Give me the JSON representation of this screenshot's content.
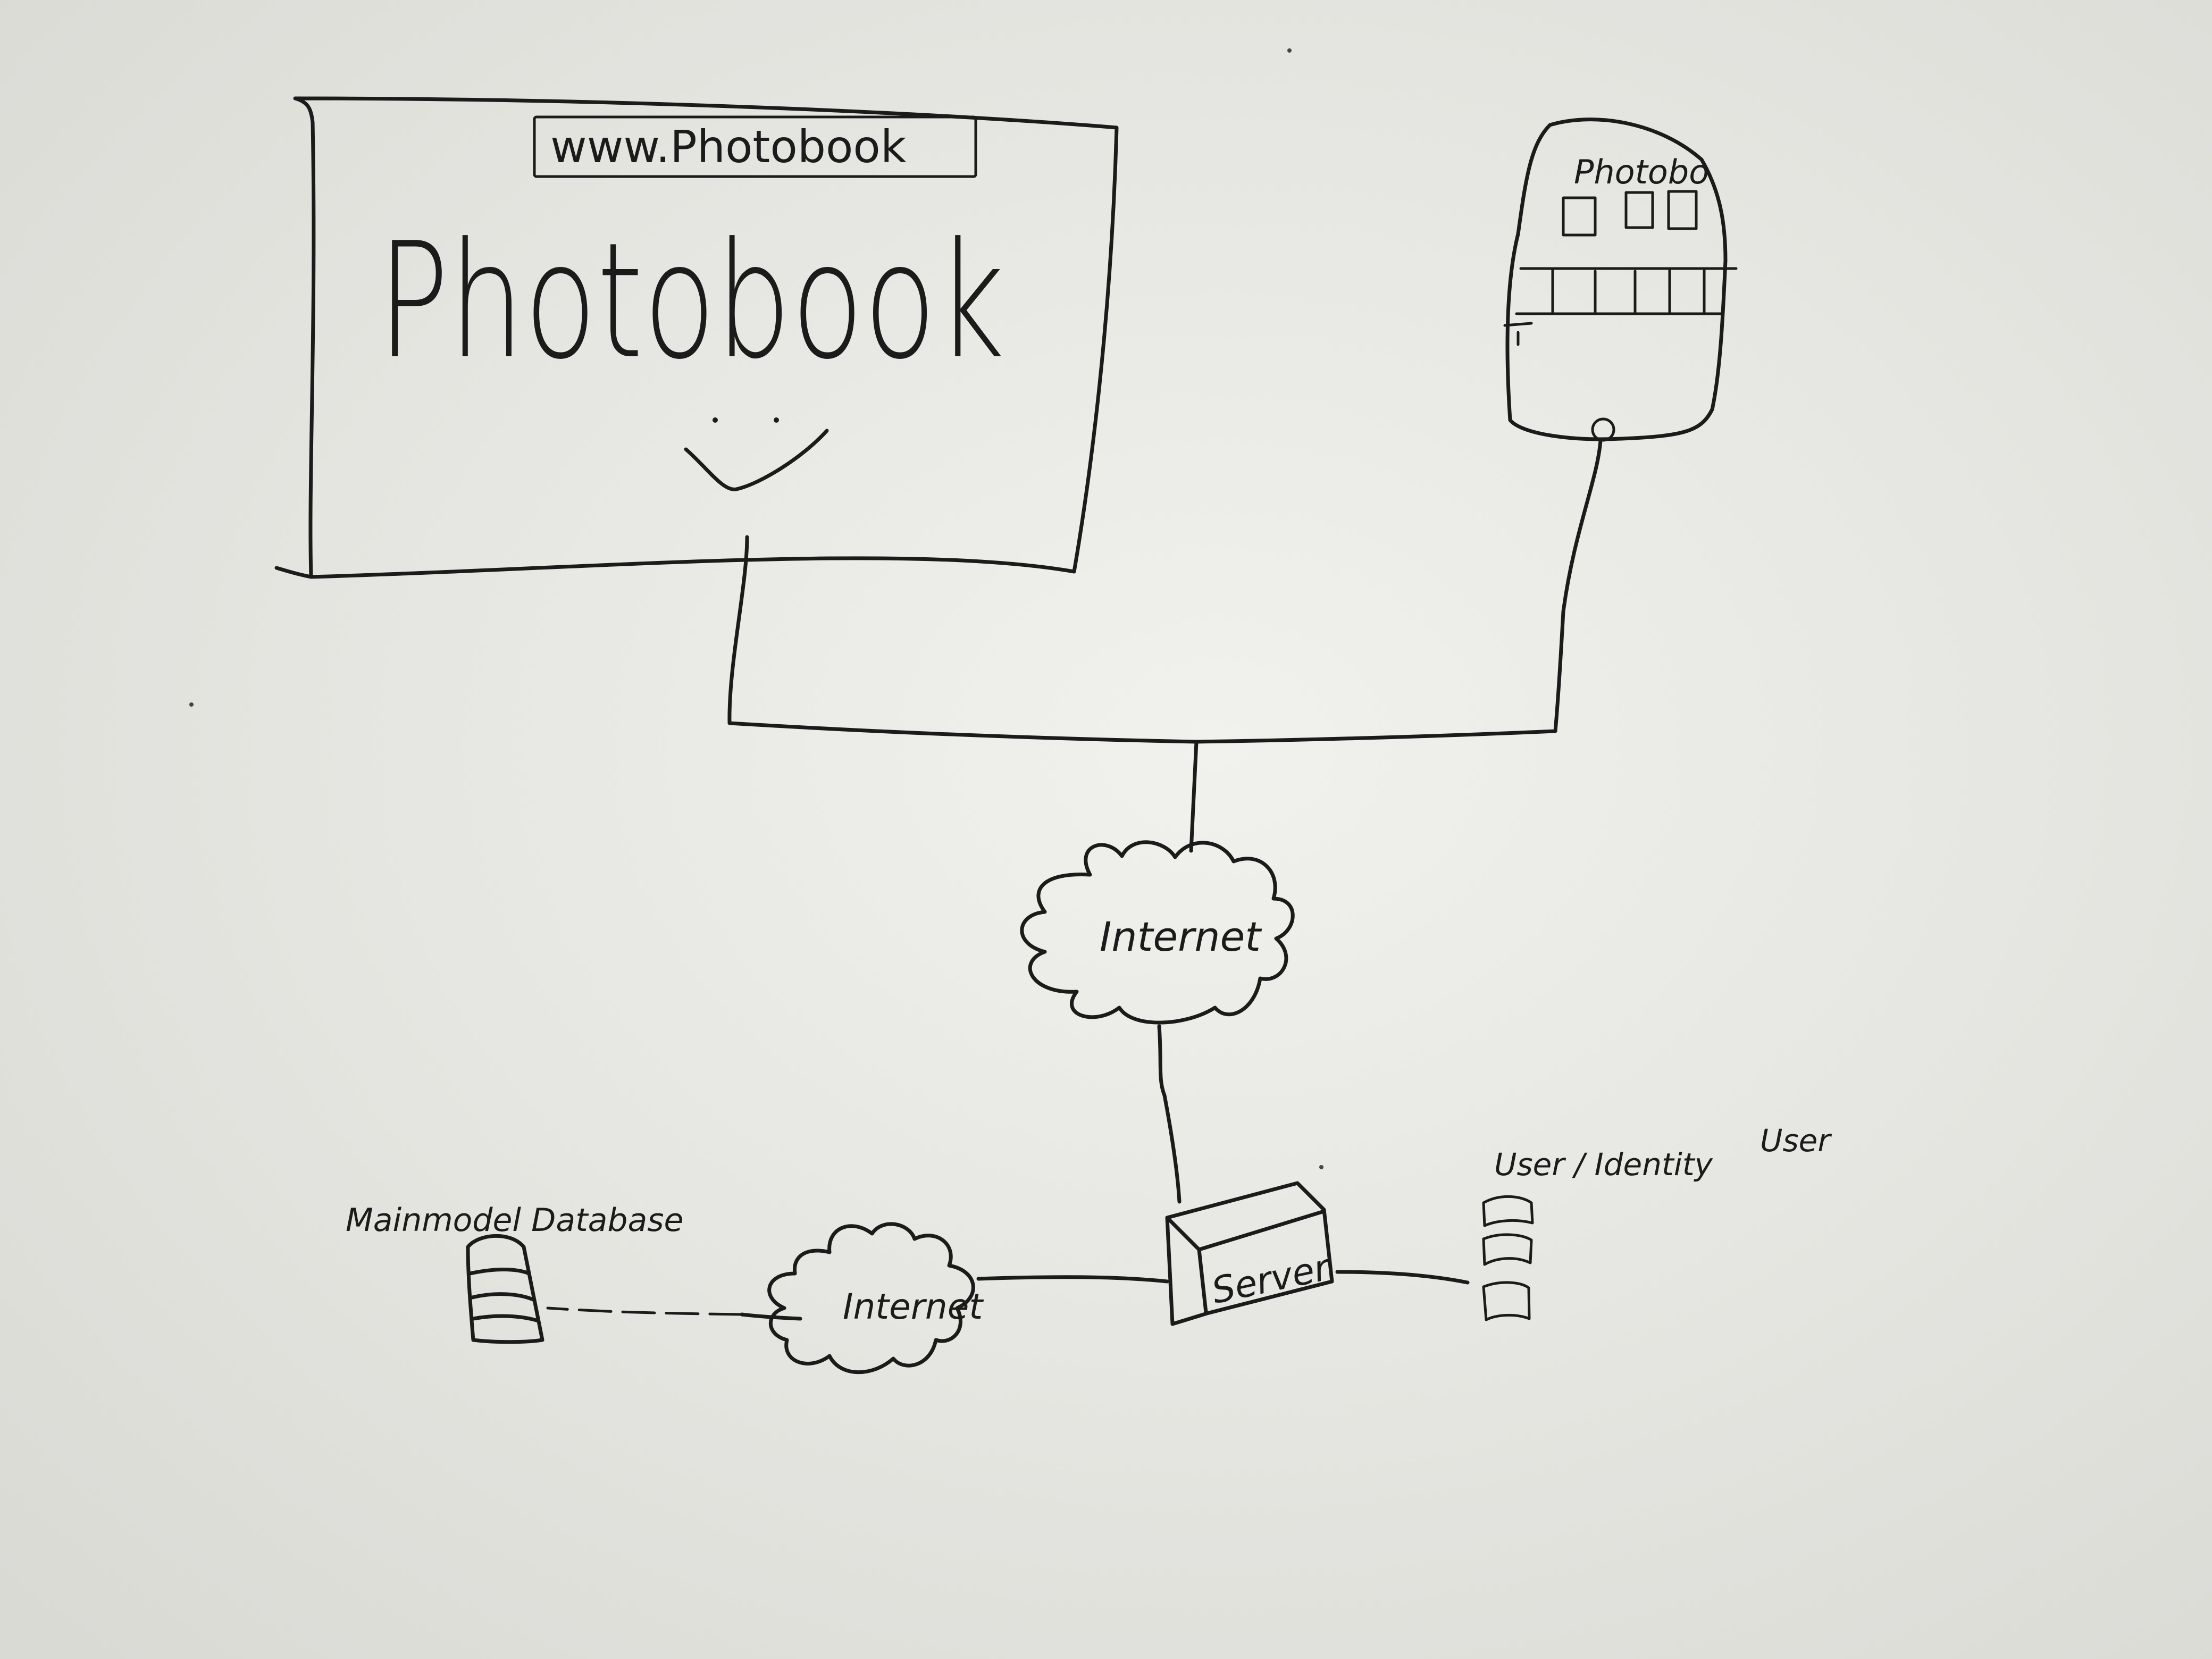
{
  "colors": {
    "whiteboard": "#e8e8e4",
    "ink": "#1b1b1b"
  },
  "browser_window": {
    "url": "www.Photobook",
    "title": "Photobook",
    "smiley": "smiley-face-icon"
  },
  "phone": {
    "label": "Photobo",
    "icon": "mobile-phone-icon"
  },
  "internet_top": {
    "label": "Internet",
    "icon": "cloud-icon"
  },
  "internet_bottom": {
    "label": "Internet",
    "icon": "cloud-icon"
  },
  "server": {
    "label": "Server",
    "icon": "server-box-icon"
  },
  "main_database": {
    "label": "Mainmodel Database",
    "icon": "database-icon"
  },
  "user_store": {
    "label_left": "User / Identity",
    "label_right": "User",
    "icon": "database-stack-icon"
  }
}
